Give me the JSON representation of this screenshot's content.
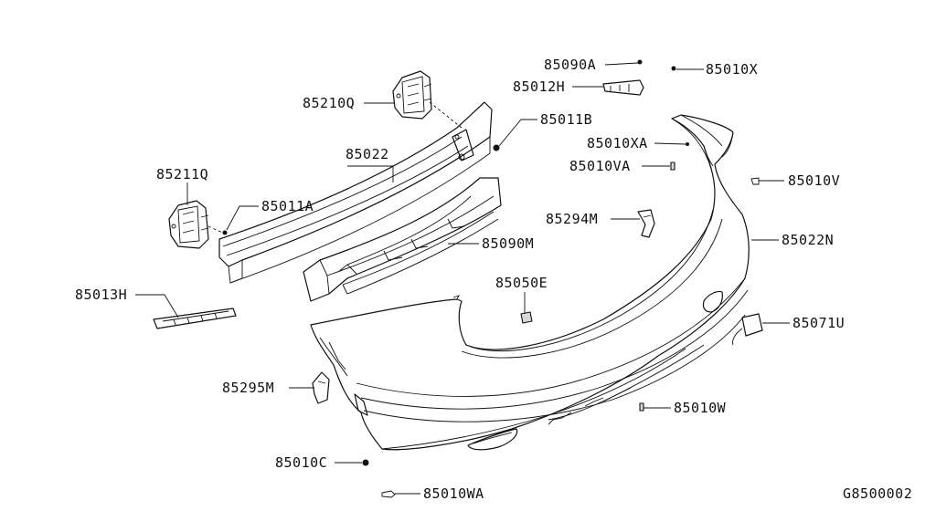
{
  "diagram_id": "G8500002",
  "parts": [
    {
      "key": "p85090A",
      "label": "85090A"
    },
    {
      "key": "p85010X",
      "label": "85010X"
    },
    {
      "key": "p85012H",
      "label": "85012H"
    },
    {
      "key": "p85210Q",
      "label": "85210Q"
    },
    {
      "key": "p85011B",
      "label": "85011B"
    },
    {
      "key": "p85010XA",
      "label": "85010XA"
    },
    {
      "key": "p85022",
      "label": "85022"
    },
    {
      "key": "p85010VA",
      "label": "85010VA"
    },
    {
      "key": "p85211Q",
      "label": "85211Q"
    },
    {
      "key": "p85010V",
      "label": "85010V"
    },
    {
      "key": "p85011A",
      "label": "85011A"
    },
    {
      "key": "p85294M",
      "label": "85294M"
    },
    {
      "key": "p85022N",
      "label": "85022N"
    },
    {
      "key": "p85090M",
      "label": "85090M"
    },
    {
      "key": "p85013H",
      "label": "85013H"
    },
    {
      "key": "p85050E",
      "label": "85050E"
    },
    {
      "key": "p85071U",
      "label": "85071U"
    },
    {
      "key": "p85295M",
      "label": "85295M"
    },
    {
      "key": "p85010W",
      "label": "85010W"
    },
    {
      "key": "p85010C",
      "label": "85010C"
    },
    {
      "key": "p85010WA",
      "label": "85010WA"
    }
  ]
}
